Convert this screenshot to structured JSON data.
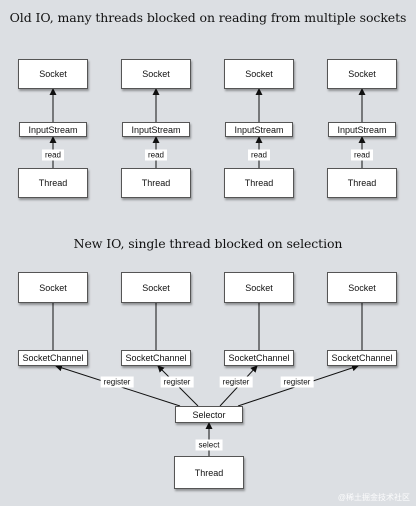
{
  "old_io": {
    "title": "Old IO, many threads blocked on reading from multiple sockets",
    "socket_label": "Socket",
    "stream_label": "InputStream",
    "edge_label": "read",
    "thread_label": "Thread"
  },
  "new_io": {
    "title": "New IO, single thread blocked on selection",
    "socket_label": "Socket",
    "channel_label": "SocketChannel",
    "register_label": "register",
    "selector_label": "Selector",
    "select_label": "select",
    "thread_label": "Thread"
  },
  "watermark": "@稀土掘金技术社区",
  "colors": {
    "background": "#dcdfe3",
    "box_border": "#555555",
    "line": "#111111"
  }
}
